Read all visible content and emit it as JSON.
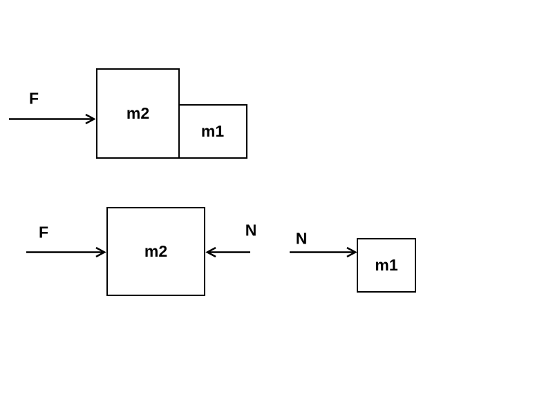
{
  "colors": {
    "stroke": "#000000",
    "box_fill": "#ffffff",
    "background": "#ffffff",
    "text": "#000000"
  },
  "top_assembly": {
    "applied_force_label": "F",
    "large_block_label": "m2",
    "small_block_label": "m1"
  },
  "fbd_block_m2": {
    "applied_force_label": "F",
    "contact_force_label": "N",
    "block_label": "m2"
  },
  "fbd_block_m1": {
    "contact_force_label": "N",
    "block_label": "m1"
  }
}
